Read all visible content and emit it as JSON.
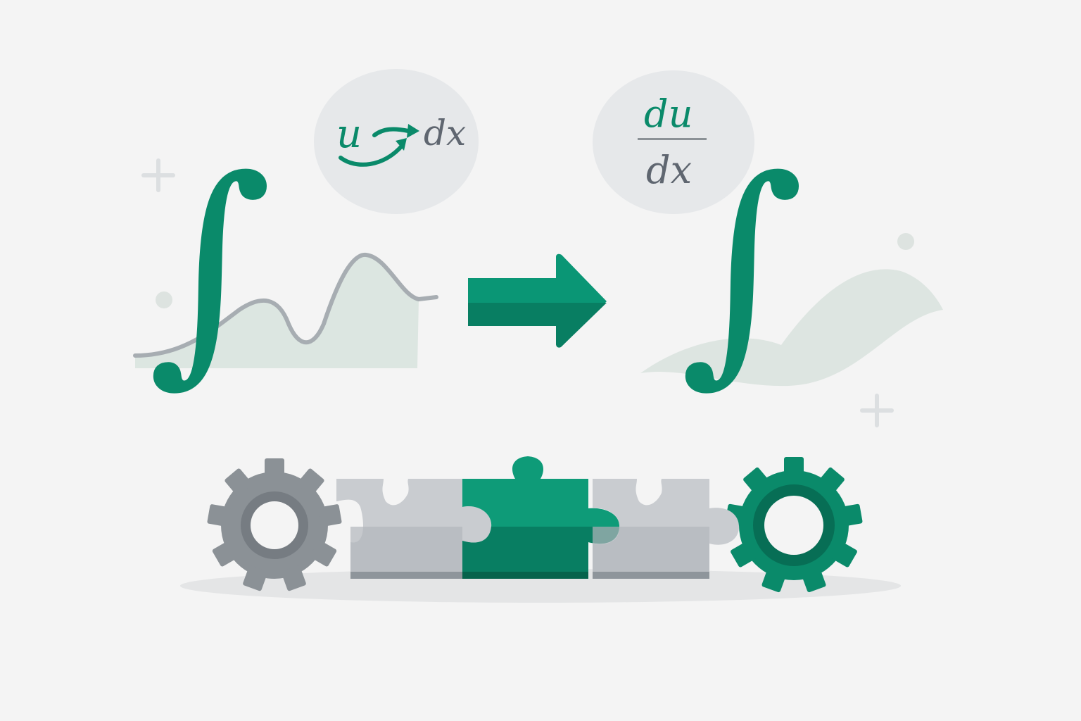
{
  "colors": {
    "background": "#f4f4f4",
    "green": "#0a8a6a",
    "green_light": "#0e9b78",
    "green_dark": "#076e55",
    "gray": "#8b9196",
    "gray_light": "#c9ccd0",
    "bubble": "#e6e8ea",
    "text_gray": "#5f6670"
  },
  "left_bubble": {
    "u": "u",
    "dx": "dx"
  },
  "right_bubble": {
    "numerator": "du",
    "denominator": "dx"
  },
  "integral_symbol": "∫",
  "decorations": [
    "plus-icon",
    "dot",
    "plus-icon",
    "dot"
  ]
}
